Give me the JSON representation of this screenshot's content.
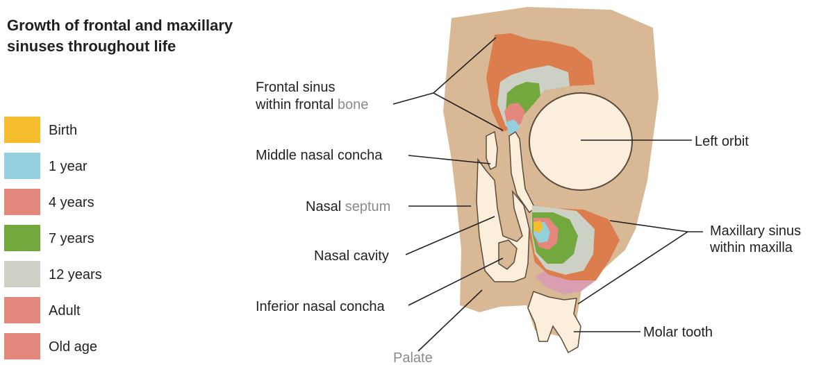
{
  "title": {
    "line1": "Growth of frontal and maxillary",
    "line2": "sinuses throughout life"
  },
  "legend": [
    {
      "label": "Birth",
      "color": "#f6be2f"
    },
    {
      "label": "1 year",
      "color": "#93cfdc"
    },
    {
      "label": "4 years",
      "color": "#e4877c"
    },
    {
      "label": "7 years",
      "color": "#72a83e"
    },
    {
      "label": "12 years",
      "color": "#cdd0c5"
    },
    {
      "label": "Adult",
      "color": "#e4877c"
    },
    {
      "label": "Old age",
      "color": "#e4877c"
    }
  ],
  "labels": {
    "frontal_sinus_line1": "Frontal sinus",
    "frontal_sinus_line2_a": "within frontal ",
    "frontal_sinus_line2_b": "bone",
    "middle_nasal_concha": "Middle nasal concha",
    "nasal_septum_a": "Nasal ",
    "nasal_septum_b": "septum",
    "nasal_cavity": "Nasal cavity",
    "inferior_nasal_concha": "Inferior nasal concha",
    "palate": "Palate",
    "left_orbit": "Left orbit",
    "maxillary_sinus_line1": "Maxillary sinus",
    "maxillary_sinus_line2": "within maxilla",
    "molar_tooth": "Molar tooth"
  },
  "colors": {
    "bone": "#d9b995",
    "orbit": "#fbefdc",
    "adult_sinus": "#db7d4c",
    "old_age_sinus": "#d99fb0"
  }
}
